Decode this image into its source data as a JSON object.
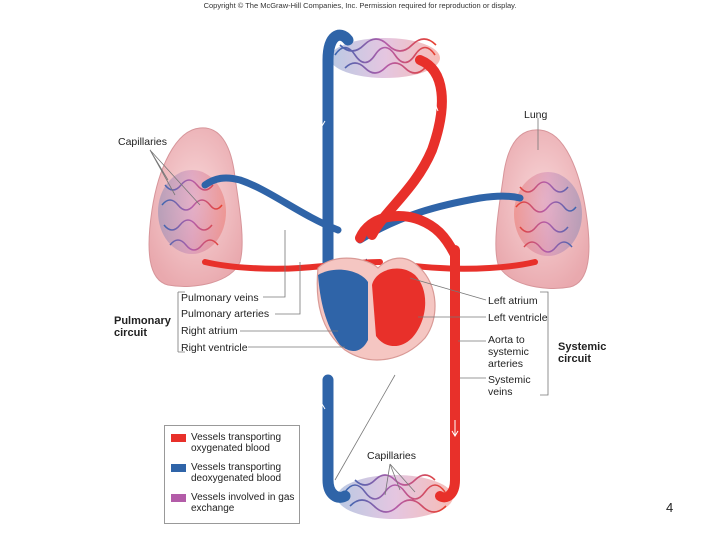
{
  "copyright": "Copyright © The McGraw-Hill Companies, Inc. Permission required for reproduction or display.",
  "labels": {
    "capillaries_top": "Capillaries",
    "lung": "Lung",
    "pulmonary_veins": "Pulmonary veins",
    "pulmonary_arteries": "Pulmonary arteries",
    "right_atrium": "Right atrium",
    "right_ventricle": "Right ventricle",
    "left_atrium": "Left atrium",
    "left_ventricle": "Left ventricle",
    "aorta_line1": "Aorta to",
    "aorta_line2": "systemic",
    "aorta_line3": "arteries",
    "systemic_veins_line1": "Systemic",
    "systemic_veins_line2": "veins",
    "capillaries_bottom": "Capillaries"
  },
  "circuits": {
    "pulmonary_line1": "Pulmonary",
    "pulmonary_line2": "circuit",
    "systemic_line1": "Systemic",
    "systemic_line2": "circuit"
  },
  "legend": [
    {
      "color": "#e8302a",
      "text": "Vessels transporting oxygenated blood"
    },
    {
      "color": "#2f64a8",
      "text": "Vessels transporting deoxygenated blood"
    },
    {
      "color": "#b35ca8",
      "text": "Vessels involved in gas exchange"
    }
  ],
  "page_number": "4",
  "colors": {
    "oxygenated": "#e8302a",
    "deoxygenated": "#2f64a8",
    "exchange": "#b35ca8",
    "lung_tissue": "#f3c3c6"
  }
}
